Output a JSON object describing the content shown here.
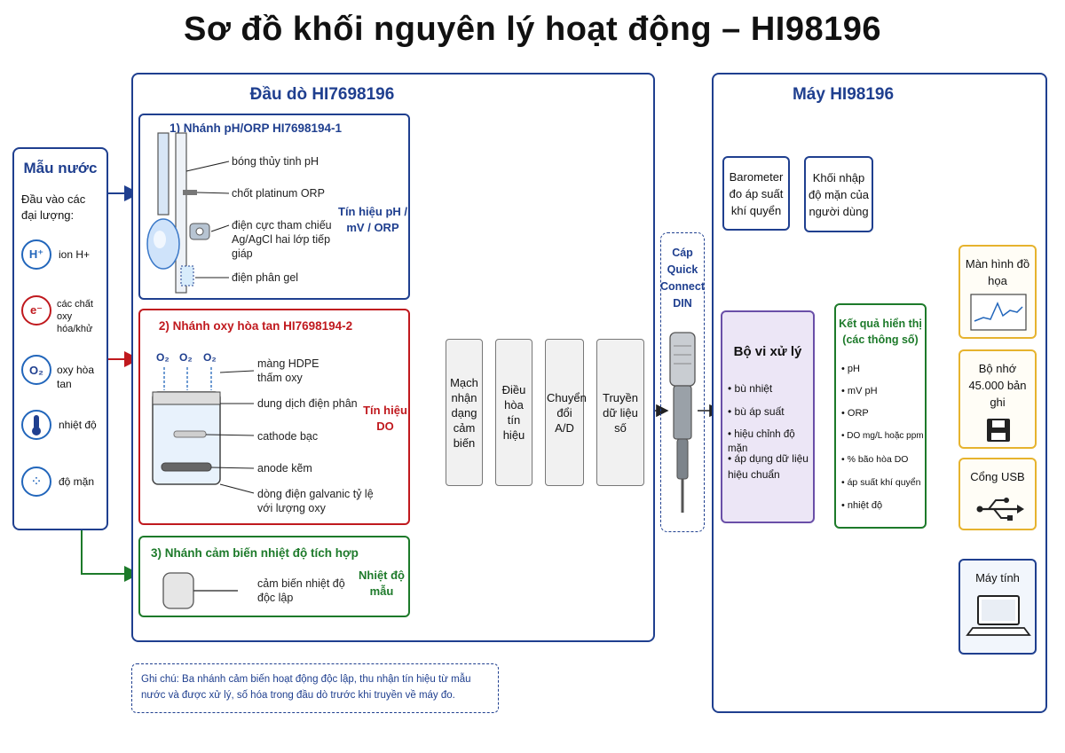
{
  "title": "Sơ đồ khối nguyên lý hoạt động – HI98196",
  "colors": {
    "navy": "#1f3f8f",
    "red": "#c0191e",
    "green": "#1d7a2a",
    "gold": "#e6b32e",
    "purple_fill": "#ece6f6"
  },
  "water": {
    "title": "Mẫu nước",
    "subtitle": "Đầu vào các đại lượng:",
    "items": [
      {
        "icon": "hydrogen-ion-icon",
        "glyph": "H⁺",
        "label": "ion H+"
      },
      {
        "icon": "electron-icon",
        "glyph": "e⁻",
        "label": "các chất oxy hóa/khử"
      },
      {
        "icon": "oxygen-icon",
        "glyph": "O₂",
        "label": "oxy hòa tan"
      },
      {
        "icon": "thermometer-icon",
        "glyph": "🌡",
        "label": "nhiệt độ"
      },
      {
        "icon": "salinity-icon",
        "glyph": "⁘",
        "label": "độ mặn"
      }
    ]
  },
  "probe": {
    "title": "Đầu dò HI7698196",
    "ph": {
      "title": "1) Nhánh pH/ORP HI7698194-1",
      "labels": [
        "bóng thủy tinh pH",
        "chốt platinum ORP",
        "điện cực tham chiếu Ag/AgCl hai lớp tiếp giáp",
        "điện phân gel"
      ],
      "signal": "Tín hiệu pH / mV / ORP"
    },
    "do": {
      "title": "2) Nhánh oxy hòa tan HI7698194-2",
      "o2": "O₂",
      "labels": [
        "màng HDPE thấm oxy",
        "dung dịch điện phân",
        "cathode bạc",
        "anode kẽm",
        "dòng điện galvanic tỷ lệ với lượng oxy"
      ],
      "signal": "Tín hiệu DO"
    },
    "temp": {
      "title": "3) Nhánh cảm biến nhiệt độ tích hợp",
      "label": "cảm biến nhiệt độ độc lập",
      "signal": "Nhiệt độ mẫu"
    },
    "stages": [
      "Mạch nhận dạng cảm biến",
      "Điều hòa tín hiệu",
      "Chuyển đổi A/D",
      "Truyền dữ liệu số"
    ]
  },
  "cable": "Cáp Quick Connect DIN",
  "meter": {
    "title": "Máy HI98196",
    "barometer": "Barometer đo áp suất khí quyển",
    "user_input": "Khối nhập độ mặn của người dùng",
    "cpu": {
      "title": "Bộ vi xử lý",
      "items": [
        "bù nhiệt",
        "bù áp suất",
        "hiệu chỉnh độ mặn",
        "áp dụng dữ liệu hiệu chuẩn"
      ]
    },
    "results": {
      "title": "Kết quả hiển thị (các thông số)",
      "items": [
        "pH",
        "mV pH",
        "ORP",
        "DO mg/L hoặc ppm",
        "% bão hòa DO",
        "áp suất khí quyển",
        "nhiệt độ"
      ]
    }
  },
  "outputs": {
    "display": "Màn hình đồ họa",
    "memory": "Bộ nhớ 45.000 bản ghi",
    "usb": "Cổng USB",
    "pc": "Máy tính"
  },
  "note": "Ghi chú: Ba nhánh cảm biến hoạt động độc lập, thu nhận tín hiệu từ mẫu nước và được xử lý, số hóa trong đầu dò trước khi truyền về máy đo."
}
